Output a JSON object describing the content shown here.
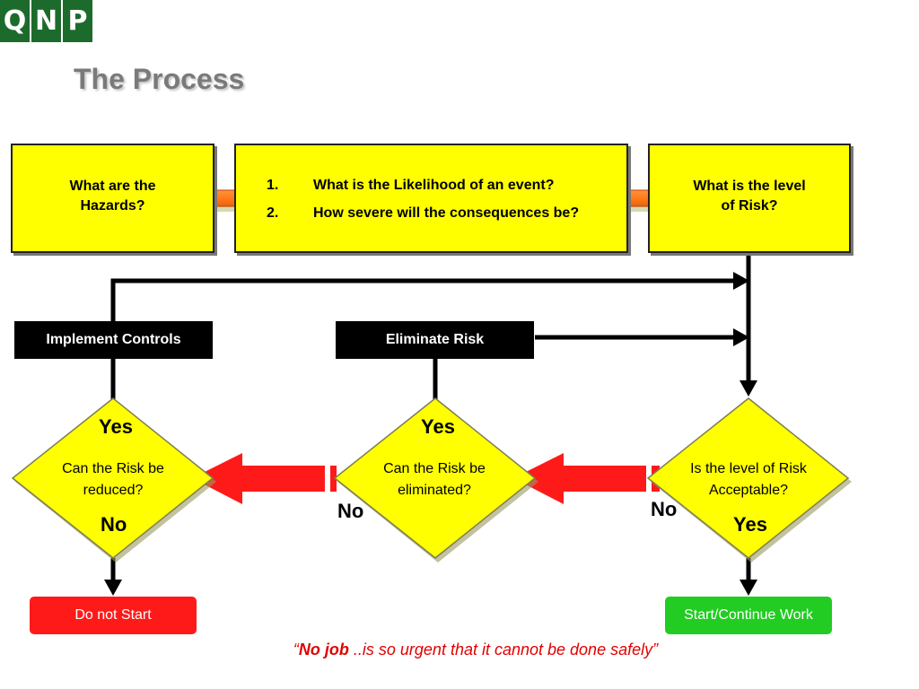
{
  "logo": {
    "letters": [
      "Q",
      "N",
      "P"
    ]
  },
  "title": "The Process",
  "boxes": {
    "hazards": {
      "line1": "What are the",
      "line2": "Hazards?"
    },
    "questions": [
      {
        "num": "1.",
        "text": "What is the Likelihood of an event?"
      },
      {
        "num": "2.",
        "text": "How severe will the consequences be?"
      }
    ],
    "risk_level": {
      "line1": "What is the level",
      "line2": "of Risk?"
    }
  },
  "actions": {
    "implement_controls": "Implement Controls",
    "eliminate_risk": "Eliminate Risk"
  },
  "decisions": {
    "reduce": {
      "line1": "Can the Risk be",
      "line2": "reduced?",
      "yes": "Yes",
      "no": "No"
    },
    "eliminate": {
      "line1": "Can the Risk be",
      "line2": "eliminated?",
      "yes": "Yes",
      "no": "No"
    },
    "acceptable": {
      "line1": "Is the level of Risk",
      "line2": "Acceptable?",
      "yes": "Yes",
      "no": "No"
    }
  },
  "outcomes": {
    "do_not_start": "Do not Start",
    "start_continue": "Start/Continue Work"
  },
  "quote": {
    "open": "“",
    "emphasis": "No job",
    "rest": " ..is so urgent that it cannot be done safely”"
  },
  "colors": {
    "box_yellow": "#ffff00",
    "logo_green": "#1d6b2c",
    "arrow_red": "#ff1a1a",
    "stop_red": "#ff1a1a",
    "go_green": "#22cc22",
    "quote_red": "#e00000"
  }
}
